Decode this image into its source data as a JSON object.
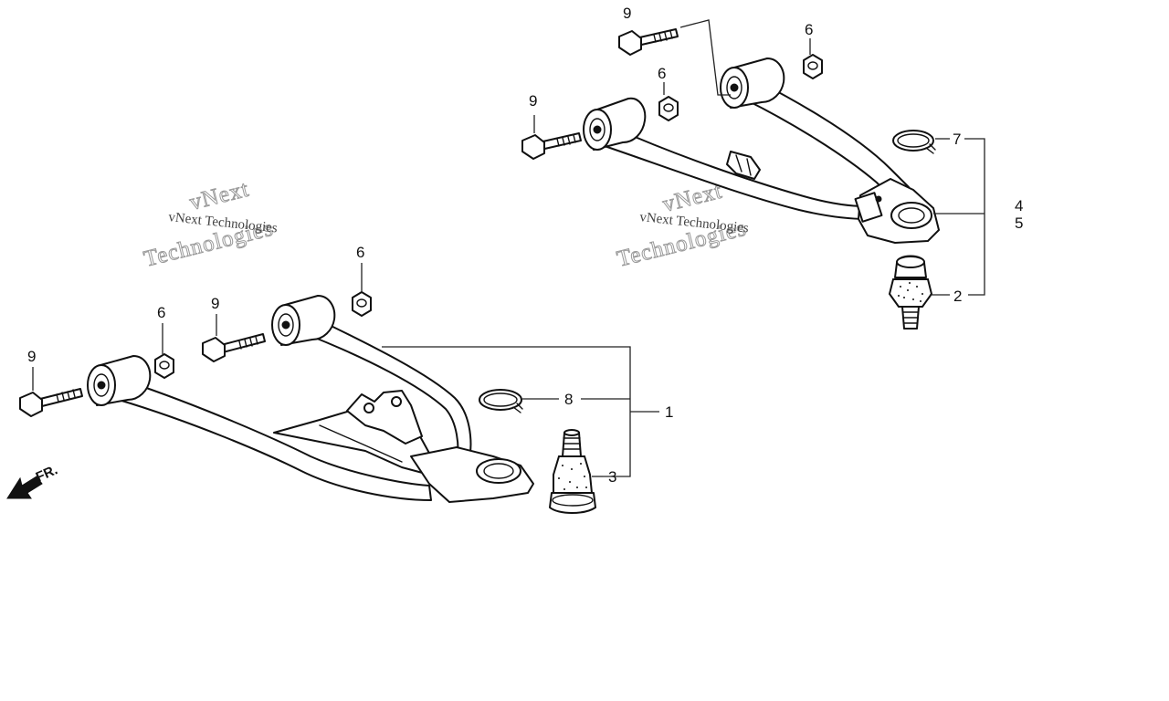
{
  "diagram": {
    "callouts": {
      "c1": "1",
      "c2": "2",
      "c3": "3",
      "c4": "4",
      "c5": "5",
      "c6a": "6",
      "c6b": "6",
      "c6c": "6",
      "c6d": "6",
      "c7": "7",
      "c8": "8",
      "c9a": "9",
      "c9b": "9",
      "c9c": "9",
      "c9d": "9"
    },
    "direction_label": "FR.",
    "watermarks": {
      "left_small": "vNext Technologies",
      "left_big_top": "vNext",
      "left_big_bottom": "Technologies",
      "right_small": "vNext Technologies",
      "right_big_top": "vNext",
      "right_big_bottom": "Technologies"
    }
  }
}
